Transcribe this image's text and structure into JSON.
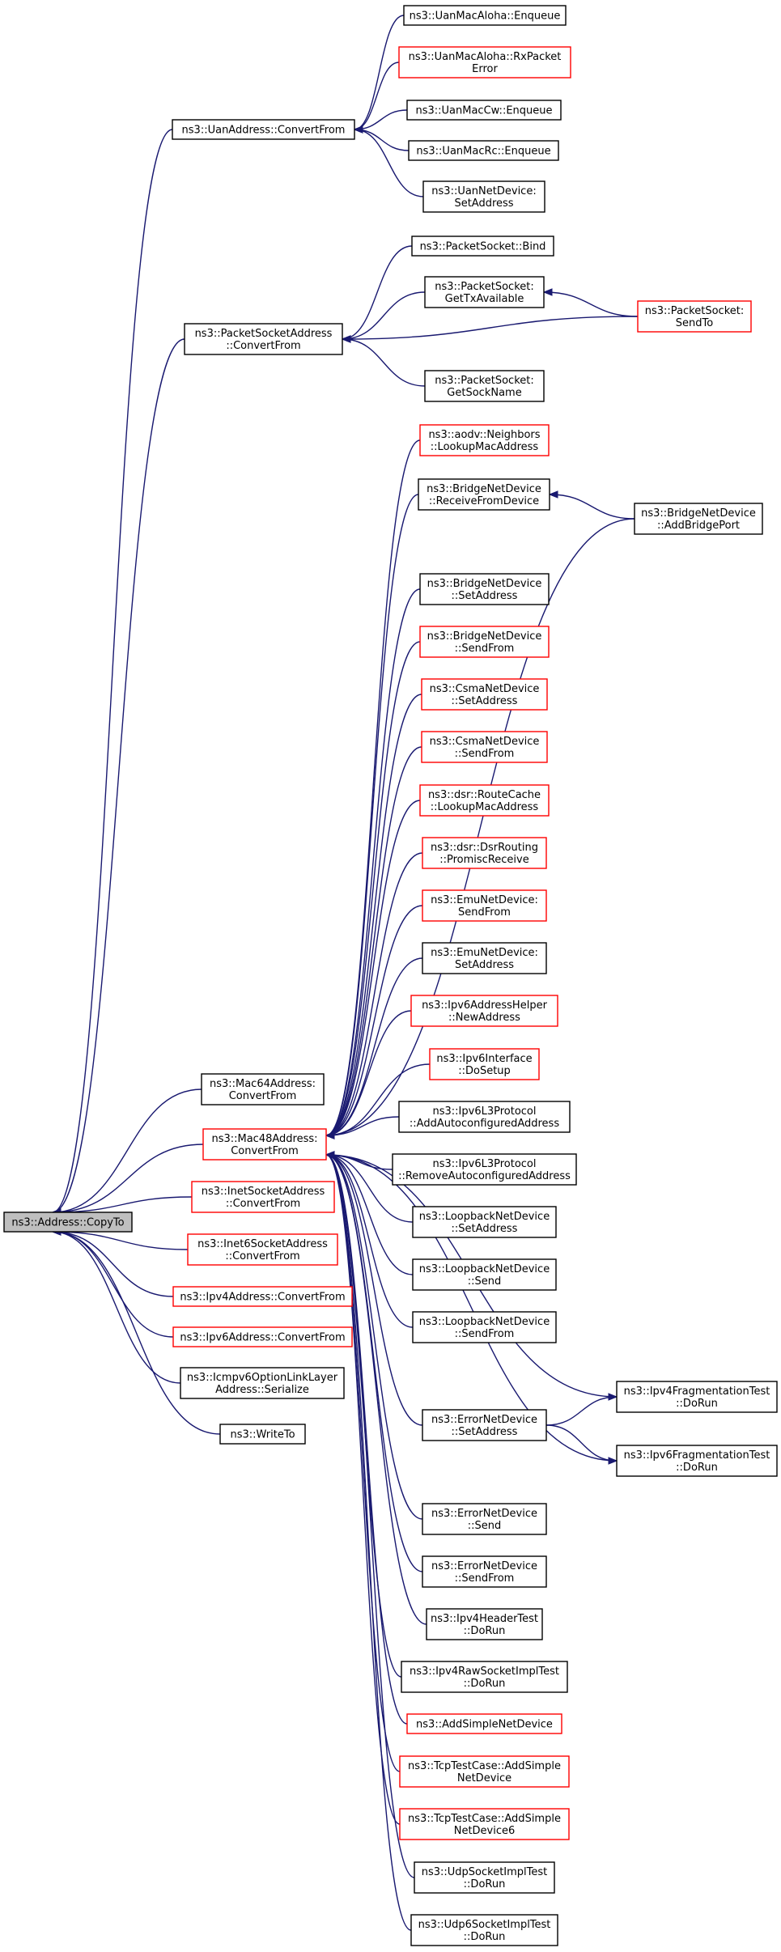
{
  "colors": {
    "edge": "#191970",
    "red_border": "#ff0000",
    "black_border": "#000000",
    "root_fill": "#bfbfbf"
  },
  "nodes": [
    {
      "id": "root",
      "lines": [
        "ns3::Address::CopyTo"
      ],
      "color": "root"
    },
    {
      "id": "uan_cf",
      "lines": [
        "ns3::UanAddress::ConvertFrom"
      ],
      "color": "black"
    },
    {
      "id": "aloha_enq",
      "lines": [
        "ns3::UanMacAloha::Enqueue"
      ],
      "color": "black"
    },
    {
      "id": "aloha_rx",
      "lines": [
        "ns3::UanMacAloha::RxPacket",
        "Error"
      ],
      "color": "red"
    },
    {
      "id": "cw_enq",
      "lines": [
        "ns3::UanMacCw::Enqueue"
      ],
      "color": "black"
    },
    {
      "id": "rc_enq",
      "lines": [
        "ns3::UanMacRc::Enqueue"
      ],
      "color": "black"
    },
    {
      "id": "uan_setaddr",
      "lines": [
        "ns3::UanNetDevice:",
        "SetAddress"
      ],
      "color": "black"
    },
    {
      "id": "psa_cf",
      "lines": [
        "ns3::PacketSocketAddress",
        "::ConvertFrom"
      ],
      "color": "black"
    },
    {
      "id": "ps_bind",
      "lines": [
        "ns3::PacketSocket::Bind"
      ],
      "color": "black"
    },
    {
      "id": "ps_gettx",
      "lines": [
        "ns3::PacketSocket:",
        "GetTxAvailable"
      ],
      "color": "black"
    },
    {
      "id": "ps_sendto",
      "lines": [
        "ns3::PacketSocket:",
        "SendTo"
      ],
      "color": "red"
    },
    {
      "id": "ps_getsock",
      "lines": [
        "ns3::PacketSocket:",
        "GetSockName"
      ],
      "color": "black"
    },
    {
      "id": "aodv",
      "lines": [
        "ns3::aodv::Neighbors",
        "::LookupMacAddress"
      ],
      "color": "red"
    },
    {
      "id": "br_recv",
      "lines": [
        "ns3::BridgeNetDevice",
        "::ReceiveFromDevice"
      ],
      "color": "black"
    },
    {
      "id": "br_addport",
      "lines": [
        "ns3::BridgeNetDevice",
        "::AddBridgePort"
      ],
      "color": "black"
    },
    {
      "id": "br_setaddr",
      "lines": [
        "ns3::BridgeNetDevice",
        "::SetAddress"
      ],
      "color": "black"
    },
    {
      "id": "br_sendfrom",
      "lines": [
        "ns3::BridgeNetDevice",
        "::SendFrom"
      ],
      "color": "red"
    },
    {
      "id": "csma_setaddr",
      "lines": [
        "ns3::CsmaNetDevice",
        "::SetAddress"
      ],
      "color": "red"
    },
    {
      "id": "csma_sendfrom",
      "lines": [
        "ns3::CsmaNetDevice",
        "::SendFrom"
      ],
      "color": "red"
    },
    {
      "id": "dsr_cache",
      "lines": [
        "ns3::dsr::RouteCache",
        "::LookupMacAddress"
      ],
      "color": "red"
    },
    {
      "id": "dsr_promisc",
      "lines": [
        "ns3::dsr::DsrRouting",
        "::PromiscReceive"
      ],
      "color": "red"
    },
    {
      "id": "emu_sendfrom",
      "lines": [
        "ns3::EmuNetDevice:",
        "SendFrom"
      ],
      "color": "red"
    },
    {
      "id": "emu_setaddr",
      "lines": [
        "ns3::EmuNetDevice:",
        "SetAddress"
      ],
      "color": "black"
    },
    {
      "id": "ipv6helper",
      "lines": [
        "ns3::Ipv6AddressHelper",
        "::NewAddress"
      ],
      "color": "red"
    },
    {
      "id": "ipv6iface",
      "lines": [
        "ns3::Ipv6Interface",
        "::DoSetup"
      ],
      "color": "red"
    },
    {
      "id": "ipv6l3_add",
      "lines": [
        "ns3::Ipv6L3Protocol",
        "::AddAutoconfiguredAddress"
      ],
      "color": "black"
    },
    {
      "id": "ipv6l3_rem",
      "lines": [
        "ns3::Ipv6L3Protocol",
        "::RemoveAutoconfiguredAddress"
      ],
      "color": "black"
    },
    {
      "id": "lo_setaddr",
      "lines": [
        "ns3::LoopbackNetDevice",
        "::SetAddress"
      ],
      "color": "black"
    },
    {
      "id": "lo_send",
      "lines": [
        "ns3::LoopbackNetDevice",
        "::Send"
      ],
      "color": "black"
    },
    {
      "id": "lo_sendfrom",
      "lines": [
        "ns3::LoopbackNetDevice",
        "::SendFrom"
      ],
      "color": "black"
    },
    {
      "id": "ipv4frag",
      "lines": [
        "ns3::Ipv4FragmentationTest",
        "::DoRun"
      ],
      "color": "black"
    },
    {
      "id": "err_setaddr",
      "lines": [
        "ns3::ErrorNetDevice",
        "::SetAddress"
      ],
      "color": "black"
    },
    {
      "id": "ipv6frag",
      "lines": [
        "ns3::Ipv6FragmentationTest",
        "::DoRun"
      ],
      "color": "black"
    },
    {
      "id": "err_send",
      "lines": [
        "ns3::ErrorNetDevice",
        "::Send"
      ],
      "color": "black"
    },
    {
      "id": "err_sendfrom",
      "lines": [
        "ns3::ErrorNetDevice",
        "::SendFrom"
      ],
      "color": "black"
    },
    {
      "id": "ipv4hdr",
      "lines": [
        "ns3::Ipv4HeaderTest",
        "::DoRun"
      ],
      "color": "black"
    },
    {
      "id": "ipv4raw",
      "lines": [
        "ns3::Ipv4RawSocketImplTest",
        "::DoRun"
      ],
      "color": "black"
    },
    {
      "id": "addsimple",
      "lines": [
        "ns3::AddSimpleNetDevice"
      ],
      "color": "red"
    },
    {
      "id": "tcp_add",
      "lines": [
        "ns3::TcpTestCase::AddSimple",
        "NetDevice"
      ],
      "color": "red"
    },
    {
      "id": "tcp_add6",
      "lines": [
        "ns3::TcpTestCase::AddSimple",
        "NetDevice6"
      ],
      "color": "red"
    },
    {
      "id": "udp_sock",
      "lines": [
        "ns3::UdpSocketImplTest",
        "::DoRun"
      ],
      "color": "black"
    },
    {
      "id": "udp6_sock",
      "lines": [
        "ns3::Udp6SocketImplTest",
        "::DoRun"
      ],
      "color": "black"
    },
    {
      "id": "mac64_cf",
      "lines": [
        "ns3::Mac64Address:",
        "ConvertFrom"
      ],
      "color": "black"
    },
    {
      "id": "mac48_cf",
      "lines": [
        "ns3::Mac48Address:",
        "ConvertFrom"
      ],
      "color": "red"
    },
    {
      "id": "inet_cf",
      "lines": [
        "ns3::InetSocketAddress",
        "::ConvertFrom"
      ],
      "color": "red"
    },
    {
      "id": "inet6_cf",
      "lines": [
        "ns3::Inet6SocketAddress",
        "::ConvertFrom"
      ],
      "color": "red"
    },
    {
      "id": "ipv4_cf",
      "lines": [
        "ns3::Ipv4Address::ConvertFrom"
      ],
      "color": "red"
    },
    {
      "id": "ipv6_cf",
      "lines": [
        "ns3::Ipv6Address::ConvertFrom"
      ],
      "color": "red"
    },
    {
      "id": "icmpv6",
      "lines": [
        "ns3::Icmpv6OptionLinkLayer",
        "Address::Serialize"
      ],
      "color": "black"
    },
    {
      "id": "writeto",
      "lines": [
        "ns3::WriteTo"
      ],
      "color": "black"
    }
  ],
  "edges": [
    [
      "aloha_enq",
      "uan_cf"
    ],
    [
      "aloha_rx",
      "uan_cf"
    ],
    [
      "cw_enq",
      "uan_cf"
    ],
    [
      "rc_enq",
      "uan_cf"
    ],
    [
      "uan_setaddr",
      "uan_cf"
    ],
    [
      "ps_bind",
      "psa_cf"
    ],
    [
      "ps_gettx",
      "psa_cf"
    ],
    [
      "ps_sendto",
      "psa_cf"
    ],
    [
      "ps_getsock",
      "psa_cf"
    ],
    [
      "ps_sendto",
      "ps_gettx"
    ],
    [
      "br_addport",
      "br_recv"
    ],
    [
      "err_setaddr",
      "ipv4frag"
    ],
    [
      "err_setaddr",
      "ipv6frag"
    ],
    [
      "aodv",
      "mac48_cf"
    ],
    [
      "br_recv",
      "mac48_cf"
    ],
    [
      "br_addport",
      "mac48_cf"
    ],
    [
      "br_setaddr",
      "mac48_cf"
    ],
    [
      "br_sendfrom",
      "mac48_cf"
    ],
    [
      "csma_setaddr",
      "mac48_cf"
    ],
    [
      "csma_sendfrom",
      "mac48_cf"
    ],
    [
      "dsr_cache",
      "mac48_cf"
    ],
    [
      "dsr_promisc",
      "mac48_cf"
    ],
    [
      "emu_sendfrom",
      "mac48_cf"
    ],
    [
      "emu_setaddr",
      "mac48_cf"
    ],
    [
      "ipv6helper",
      "mac48_cf"
    ],
    [
      "ipv6iface",
      "mac48_cf"
    ],
    [
      "ipv6l3_add",
      "mac48_cf"
    ],
    [
      "ipv6l3_rem",
      "mac48_cf"
    ],
    [
      "lo_setaddr",
      "mac48_cf"
    ],
    [
      "lo_send",
      "mac48_cf"
    ],
    [
      "lo_sendfrom",
      "mac48_cf"
    ],
    [
      "ipv4frag",
      "mac48_cf"
    ],
    [
      "err_setaddr",
      "mac48_cf"
    ],
    [
      "ipv6frag",
      "mac48_cf"
    ],
    [
      "err_send",
      "mac48_cf"
    ],
    [
      "err_sendfrom",
      "mac48_cf"
    ],
    [
      "ipv4hdr",
      "mac48_cf"
    ],
    [
      "ipv4raw",
      "mac48_cf"
    ],
    [
      "addsimple",
      "mac48_cf"
    ],
    [
      "tcp_add",
      "mac48_cf"
    ],
    [
      "tcp_add6",
      "mac48_cf"
    ],
    [
      "udp_sock",
      "mac48_cf"
    ],
    [
      "udp6_sock",
      "mac48_cf"
    ],
    [
      "uan_cf",
      "root"
    ],
    [
      "psa_cf",
      "root"
    ],
    [
      "mac64_cf",
      "root"
    ],
    [
      "mac48_cf",
      "root"
    ],
    [
      "inet_cf",
      "root"
    ],
    [
      "inet6_cf",
      "root"
    ],
    [
      "ipv4_cf",
      "root"
    ],
    [
      "ipv6_cf",
      "root"
    ],
    [
      "icmpv6",
      "root"
    ],
    [
      "writeto",
      "root"
    ]
  ]
}
